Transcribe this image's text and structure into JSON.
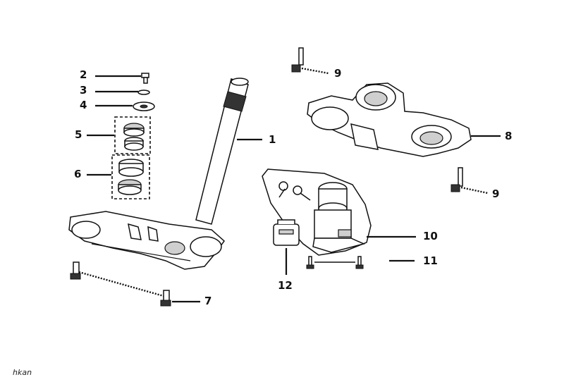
{
  "callouts": {
    "c1": "1",
    "c2": "2",
    "c3": "3",
    "c4": "4",
    "c5": "5",
    "c6": "6",
    "c7": "7",
    "c8": "8",
    "c9a": "9",
    "c9b": "9",
    "c10": "10",
    "c11": "11",
    "c12": "12"
  },
  "watermark": "hkan"
}
